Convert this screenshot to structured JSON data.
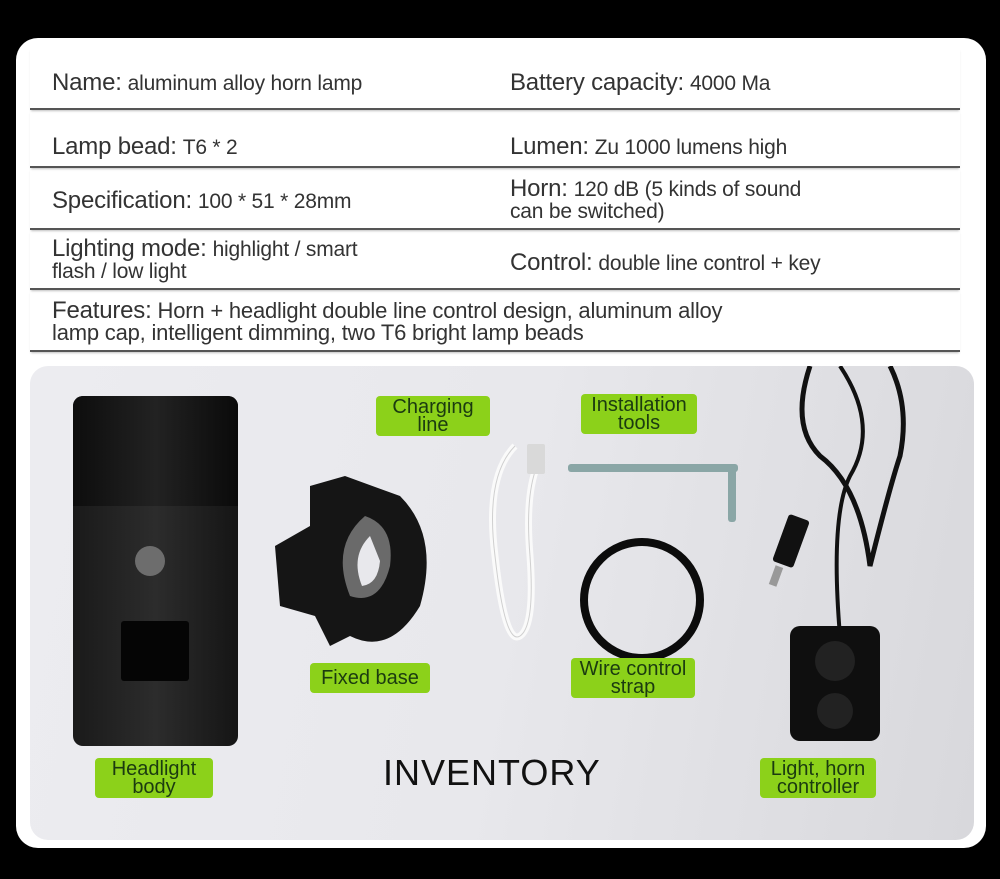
{
  "specs": {
    "rows": [
      {
        "left": {
          "key": "Name:",
          "value": "aluminum alloy horn lamp"
        },
        "right": {
          "key": "Battery capacity:",
          "value": "4000 Ma"
        }
      },
      {
        "left": {
          "key": "Lamp bead:",
          "value": "T6 * 2"
        },
        "right": {
          "key": "Lumen:",
          "value": "Zu 1000 lumens high"
        }
      },
      {
        "left": {
          "key": "Specification:",
          "value": "100 * 51 * 28mm"
        },
        "right": {
          "key": "Horn:",
          "value": "120 dB (5 kinds of sound",
          "value2": "can be switched)"
        }
      },
      {
        "left": {
          "key": "Lighting mode:",
          "value": "highlight / smart",
          "value2": "flash / low light"
        },
        "right": {
          "key": "Control:",
          "value": "double line control + key"
        }
      },
      {
        "full": {
          "key": "Features:",
          "value": "Horn + headlight double line control design, aluminum alloy",
          "value2": "lamp cap, intelligent dimming, two T6 bright lamp beads"
        }
      }
    ]
  },
  "inventory": {
    "title": "INVENTORY",
    "labels": {
      "charging_line": [
        "Charging",
        "line"
      ],
      "installation_tools": [
        "Installation",
        "tools"
      ],
      "fixed_base": [
        "Fixed base"
      ],
      "wire_control_strap": [
        "Wire control",
        "strap"
      ],
      "headlight_body": [
        "Headlight",
        "body"
      ],
      "controller": [
        "Light, horn",
        "controller"
      ]
    }
  },
  "colors": {
    "label_bg": "#8cd11a",
    "label_text": "#1b3b10",
    "background": "#000000",
    "card": "#ffffff"
  }
}
